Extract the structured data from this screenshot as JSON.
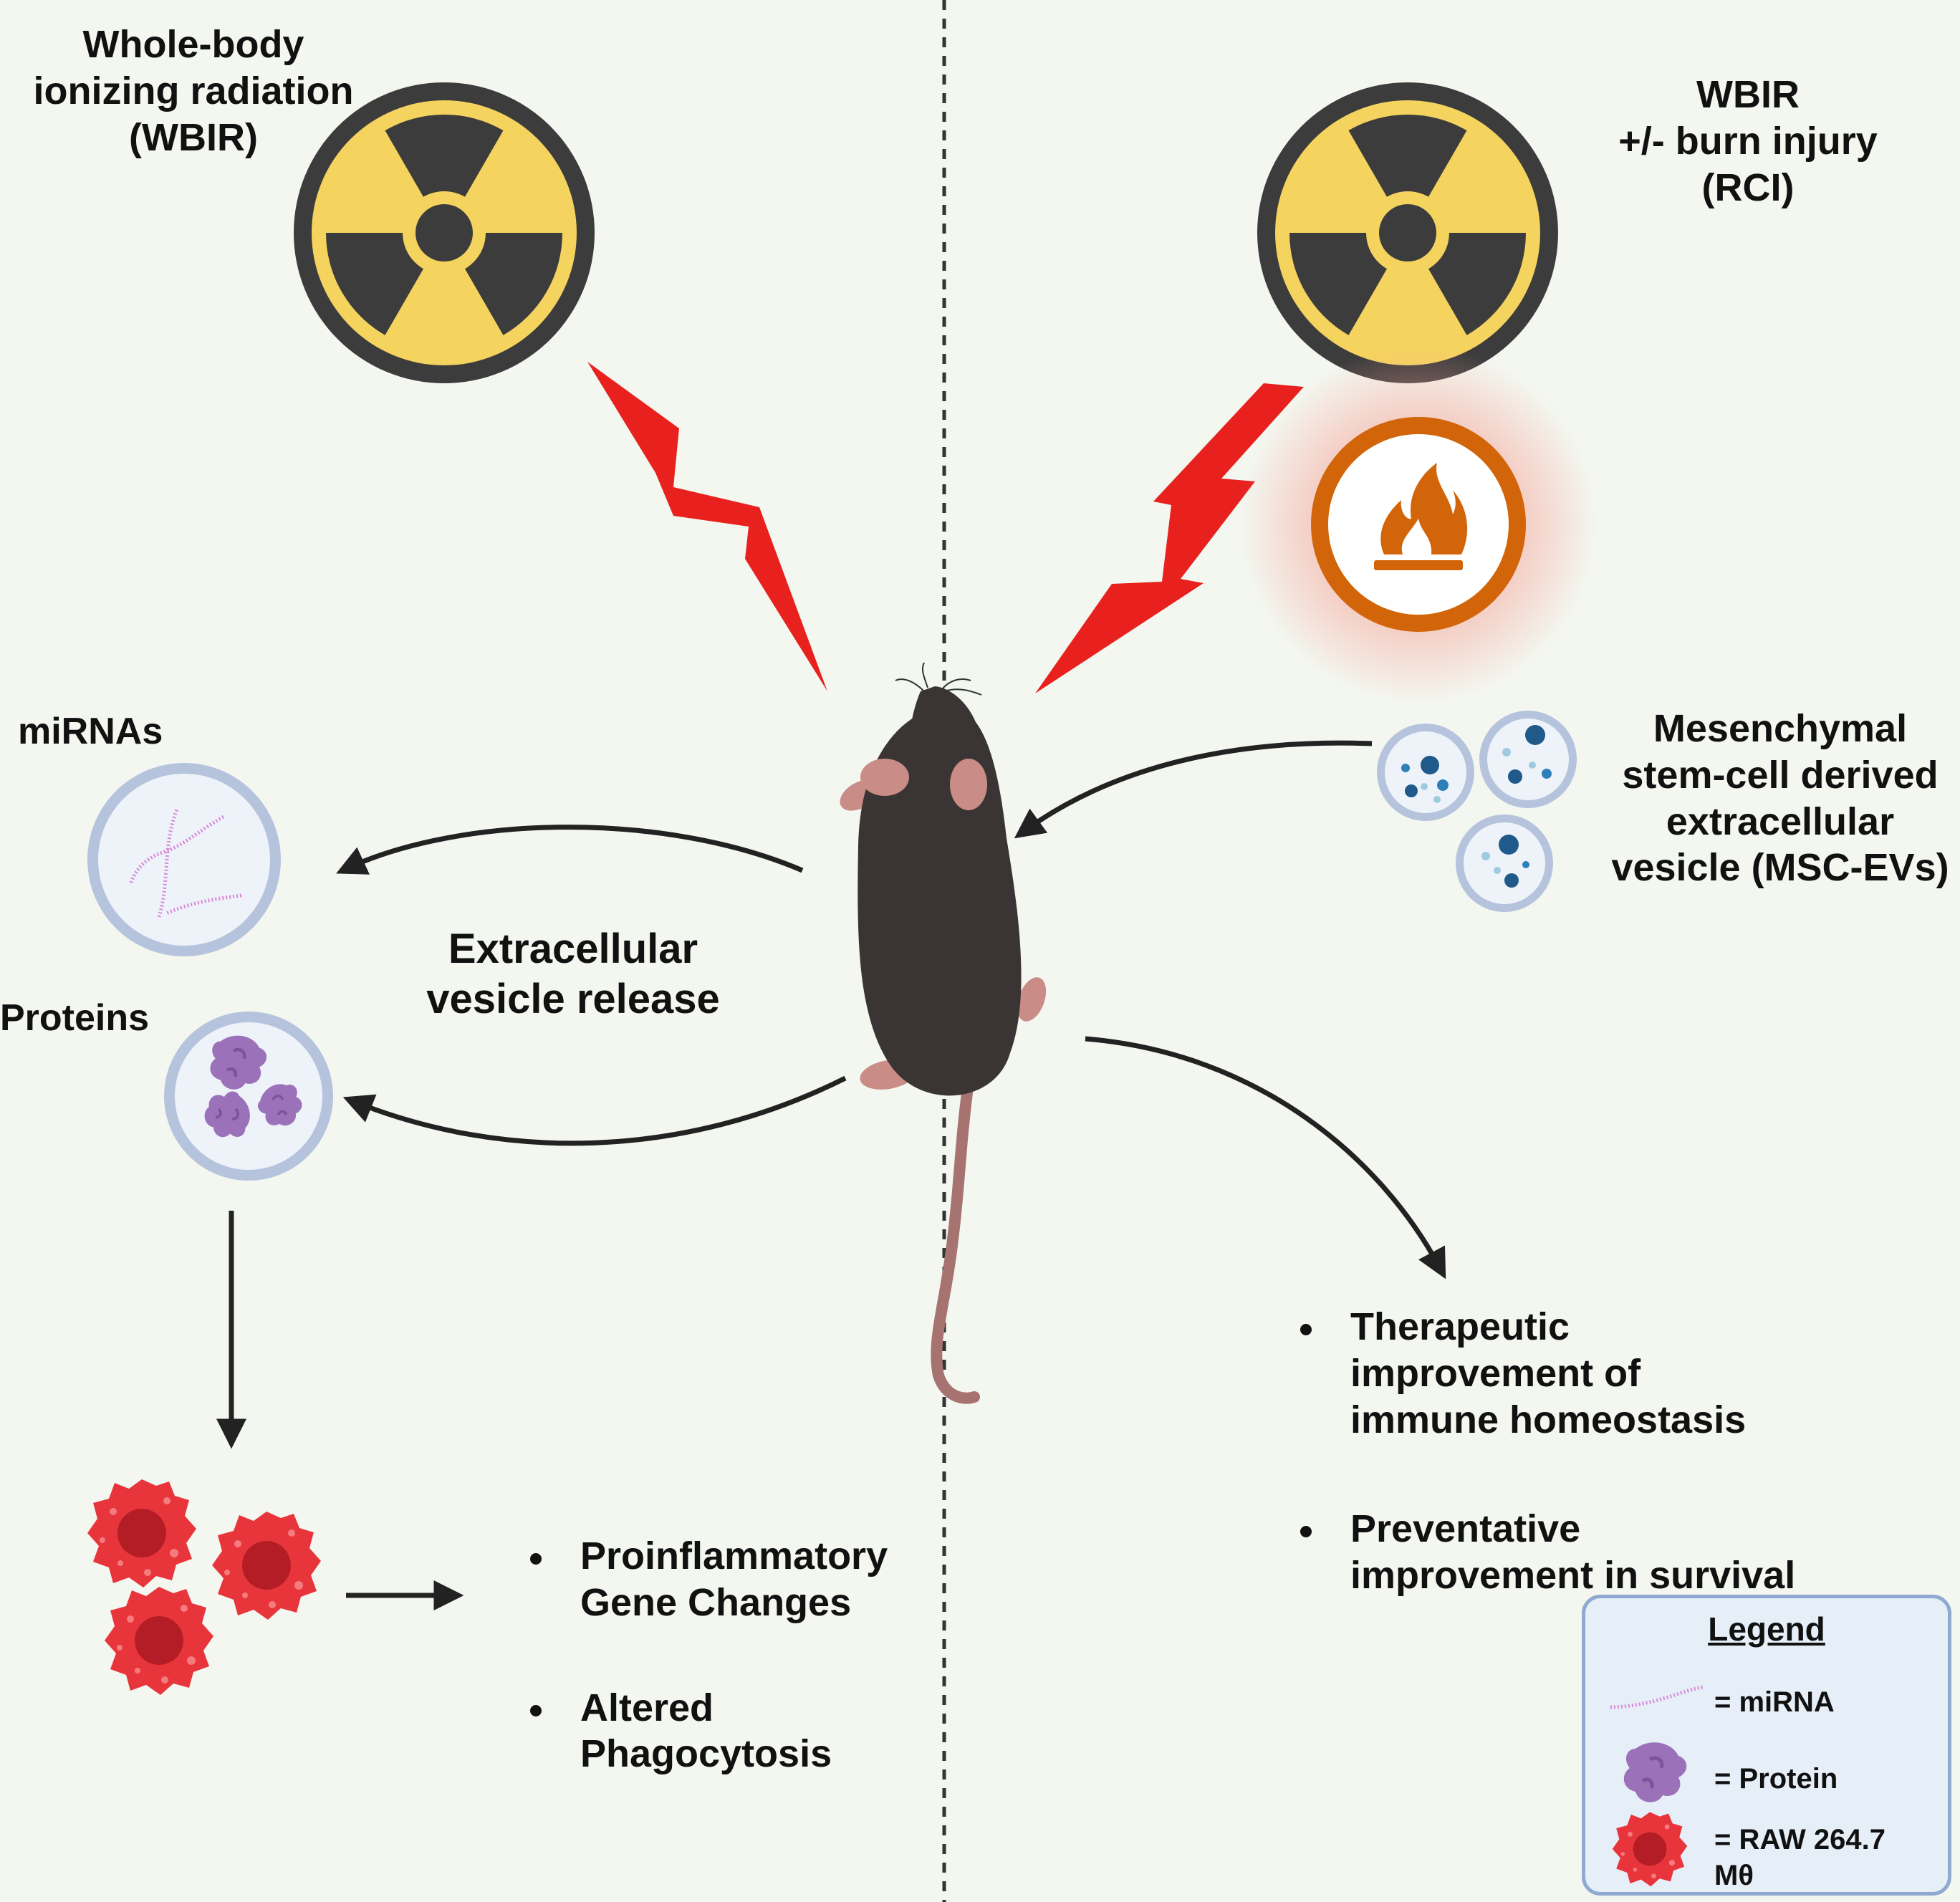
{
  "left": {
    "title": "Whole-body\nionizing radiation\n(WBIR)",
    "mirnas_label": "miRNAs",
    "proteins_label": "Proteins",
    "ev_release_label": "Extracellular\nvesicle release",
    "outcomes": [
      "Proinflammatory\nGene Changes",
      "Altered\nPhagocytosis"
    ]
  },
  "right": {
    "title": "WBIR\n+/- burn injury\n(RCI)",
    "msc_label": "Mesenchymal\nstem-cell derived\nextracellular\nvesicle (MSC-EVs)",
    "outcomes": [
      "Therapeutic\nimprovement of\nimmune homeostasis",
      "Preventative\nimprovement in survival"
    ]
  },
  "legend": {
    "title": "Legend",
    "mirna": "= miRNA",
    "protein": "= Protein",
    "raw": "= RAW 264.7\nMθ"
  },
  "icons": {
    "radiation": "radiation-hazard-icon",
    "fire": "fire-hazard-icon",
    "lightning": "lightning-bolt-icon",
    "mouse": "mouse-icon",
    "macrophage": "macrophage-cell-icon"
  },
  "colors": {
    "background": "#f3f7f0",
    "radiation_yellow": "#f5d35f",
    "radiation_dark": "#3c3c3c",
    "bolt_red": "#e8211e",
    "fire_orange": "#d2650a",
    "cell_red": "#e8353c",
    "protein_purple": "#9b72b9",
    "mirna_pink": "#d98ad8",
    "legend_border": "#8fa9d1"
  }
}
